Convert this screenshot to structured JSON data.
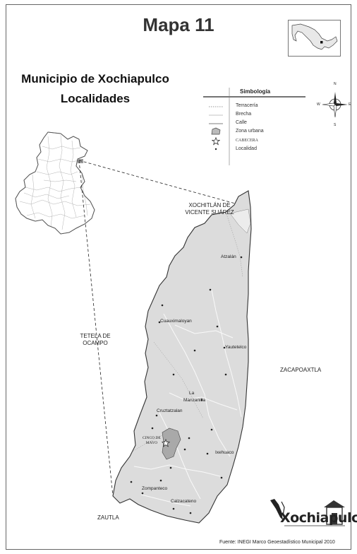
{
  "map": {
    "title": "Mapa 11",
    "subtitle_line1": "Municipio de Xochiapulco",
    "subtitle_line2": "Localidades",
    "legend": {
      "title": "Simbología",
      "items": [
        {
          "label": "Terracería",
          "symbol": "dotted-line"
        },
        {
          "label": "Brecha",
          "symbol": "thin-line"
        },
        {
          "label": "Calle",
          "symbol": "thin-line"
        },
        {
          "label": "Zona urbana",
          "symbol": "urban-area"
        },
        {
          "label": "CABECERA",
          "symbol": "star"
        },
        {
          "label": "Localidad",
          "symbol": "dot"
        }
      ]
    },
    "neighbors": {
      "north_line1": "XOCHITLÁN DE",
      "north_line2": "VICENTE SUÁREZ",
      "west_line1": "TETELA DE",
      "west_line2": "OCAMPO",
      "east": "ZACAPOAXTLA",
      "south": "ZAUTLA"
    },
    "places": {
      "atzalan": "Atzalán",
      "cuauximaloyan": "Cuauximaloyan",
      "yautetelco": "Yautetelco",
      "la": "La",
      "manzanilla": "Manzanilla",
      "cruztatzalan": "Cruztatzalan",
      "cinco": "CINCO DE",
      "mayo": "MAYO",
      "ixehuaco": "Ixehuaco",
      "zompanteco": "Zompanteco",
      "calzacateno": "Calzacateno"
    },
    "logo_text": "Xochiapulco",
    "source": "Fuente: INEGI Marco Geoestadístico Municipal 2010",
    "compass": {
      "n": "N",
      "s": "S",
      "e": "E",
      "w": "W"
    },
    "colors": {
      "municipio_fill": "#dcdcdc",
      "outline": "#333333",
      "urban": "#a9a9a9"
    }
  }
}
